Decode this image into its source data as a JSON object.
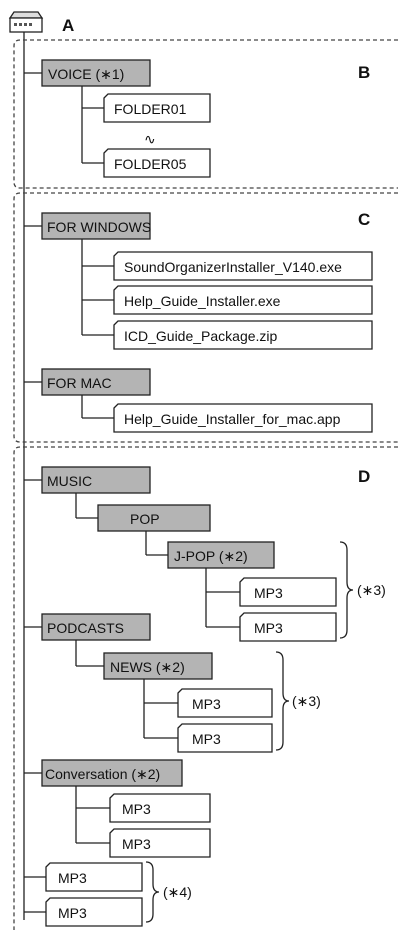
{
  "root": {
    "label": "A"
  },
  "sections": {
    "voice": {
      "label": "B",
      "folder": "VOICE (∗1)",
      "subfolders": [
        "FOLDER01",
        "FOLDER05"
      ],
      "ellipsis": "∿"
    },
    "installers": {
      "label": "C",
      "for_windows": {
        "folder": "FOR WINDOWS",
        "files": [
          "SoundOrganizerInstaller_V140.exe",
          "Help_Guide_Installer.exe",
          "ICD_Guide_Package.zip"
        ]
      },
      "for_mac": {
        "folder": "FOR MAC",
        "files": [
          "Help_Guide_Installer_for_mac.app"
        ]
      }
    },
    "music": {
      "label": "D",
      "music_folder": "MUSIC",
      "pop_folder": "POP",
      "jpop_folder": "J-POP (∗2)",
      "jpop_files": [
        "MP3",
        "MP3"
      ],
      "jpop_note": "(∗3)",
      "podcasts_folder": "PODCASTS",
      "news_folder": "NEWS (∗2)",
      "news_files": [
        "MP3",
        "MP3"
      ],
      "news_note": "(∗3)",
      "conversation_folder": "Conversation (∗2)",
      "conversation_files": [
        "MP3",
        "MP3"
      ],
      "root_files": [
        "MP3",
        "MP3"
      ],
      "root_note": "(∗4)"
    }
  },
  "colors": {
    "folder_fill": "#b4b4b4",
    "file_fill": "#ffffff",
    "line": "#222222"
  }
}
